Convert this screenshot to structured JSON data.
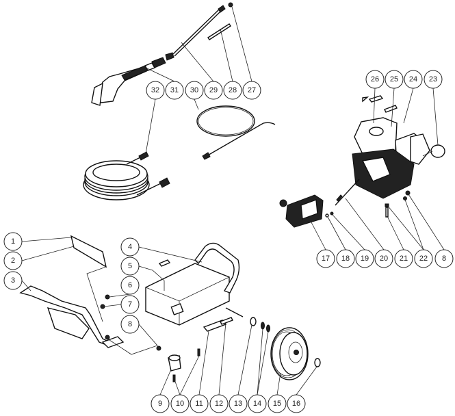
{
  "diagram": {
    "title": "Pressure washer exploded parts diagram",
    "callouts": {
      "c1": "1",
      "c2": "2",
      "c3": "3",
      "c4": "4",
      "c5": "5",
      "c6": "6",
      "c7": "7",
      "c8a": "8",
      "c9": "9",
      "c10": "10",
      "c11": "11",
      "c12": "12",
      "c13": "13",
      "c14": "14",
      "c15": "15",
      "c16": "16",
      "c17": "17",
      "c18": "18",
      "c19": "19",
      "c20": "20",
      "c21": "21",
      "c22": "22",
      "c8b": "8",
      "c23": "23",
      "c24": "24",
      "c25": "25",
      "c26": "26",
      "c27": "27",
      "c28": "28",
      "c29": "29",
      "c30": "30",
      "c31": "31",
      "c32": "32"
    }
  }
}
